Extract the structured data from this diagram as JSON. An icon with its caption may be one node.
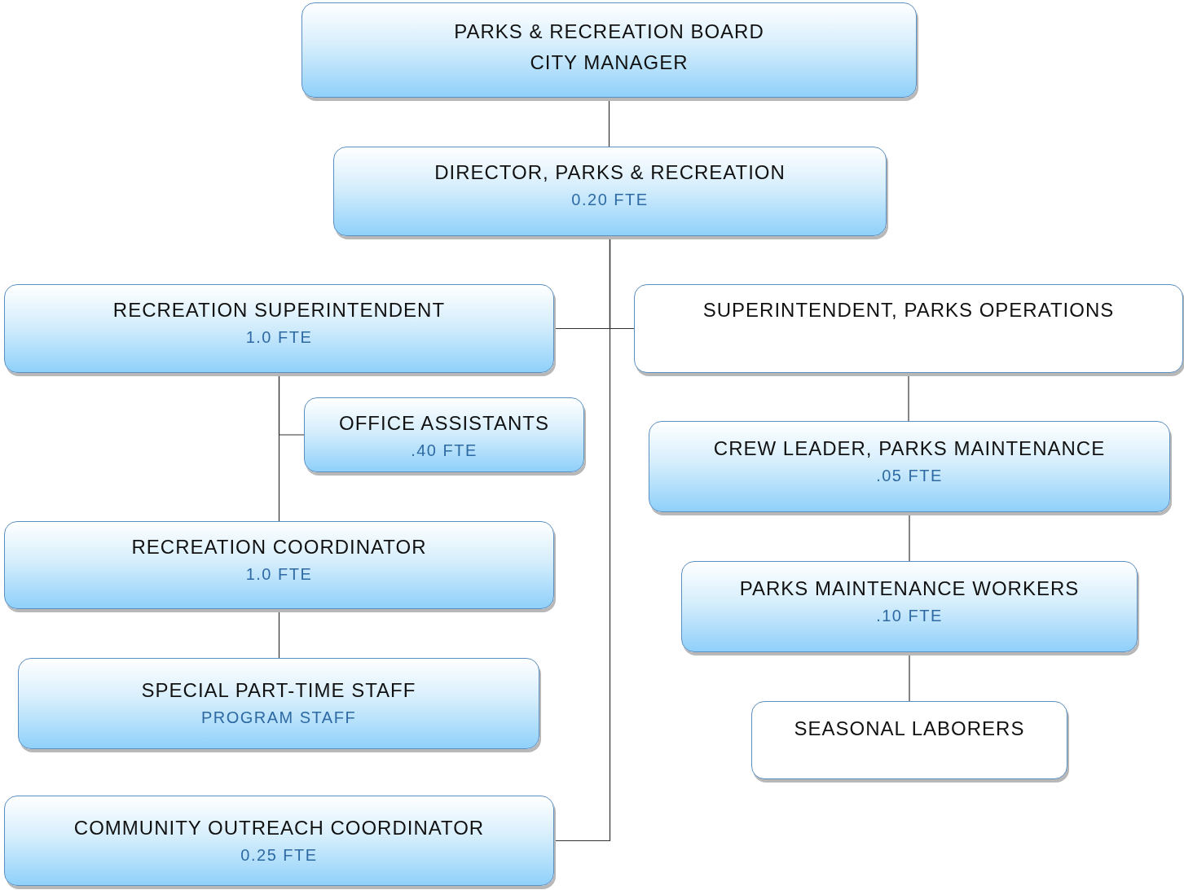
{
  "diagram": {
    "nodes": [
      {
        "text": [
          "PARKS & RECREATION BOARD",
          "CITY MANAGER"
        ]
      },
      {
        "text": [
          "DIRECTOR, PARKS & RECREATION",
          "0.20 FTE"
        ]
      },
      {
        "text": [
          "RECREATION SUPERINTENDENT",
          "1.0 FTE"
        ]
      },
      {
        "text": [
          "SUPERINTENDENT, PARKS OPERATIONS"
        ]
      },
      {
        "text": [
          "OFFICE ASSISTANTS",
          ".40 FTE"
        ]
      },
      {
        "text": [
          "CREW LEADER, PARKS MAINTENANCE",
          ".05 FTE"
        ]
      },
      {
        "text": [
          "RECREATION COORDINATOR",
          "1.0 FTE"
        ]
      },
      {
        "text": [
          "PARKS MAINTENANCE WORKERS",
          ".10 FTE"
        ]
      },
      {
        "text": [
          "SPECIAL PART-TIME STAFF",
          "PROGRAM STAFF"
        ]
      },
      {
        "text": [
          "SEASONAL LABORERS"
        ]
      },
      {
        "text": [
          "COMMUNITY OUTREACH COORDINATOR",
          "0.25 FTE"
        ]
      }
    ],
    "edges": [
      {
        "from": 0,
        "to": 1,
        "arrow": "none"
      },
      {
        "from": 1,
        "to": 2,
        "arrow": "none"
      },
      {
        "from": 1,
        "to": 3,
        "arrow": "none"
      },
      {
        "from": 1,
        "to": 10,
        "arrow": "none"
      },
      {
        "from": 2,
        "to": 4,
        "arrow": "none"
      },
      {
        "from": 2,
        "to": 6,
        "arrow": "none"
      },
      {
        "from": 6,
        "to": 8,
        "arrow": "none"
      },
      {
        "from": 3,
        "to": 5,
        "arrow": "none"
      },
      {
        "from": 5,
        "to": 7,
        "arrow": "none"
      },
      {
        "from": 7,
        "to": 9,
        "arrow": "none"
      }
    ]
  }
}
